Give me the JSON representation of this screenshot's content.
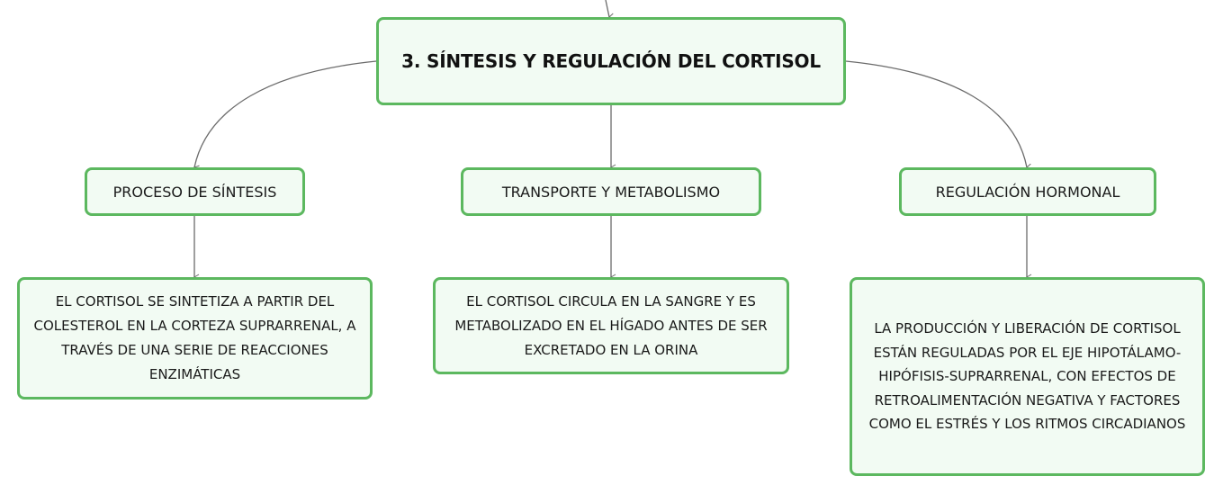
{
  "root": {
    "label": "3. SÍNTESIS Y REGULACIÓN DEL CORTISOL"
  },
  "branches": [
    {
      "label": "PROCESO DE SÍNTESIS",
      "detail": "EL CORTISOL SE SINTETIZA A PARTIR DEL COLESTEROL EN LA CORTEZA SUPRARRENAL, A TRAVÉS DE UNA SERIE DE REACCIONES ENZIMÁTICAS"
    },
    {
      "label": "TRANSPORTE Y METABOLISMO",
      "detail": "EL CORTISOL CIRCULA EN LA SANGRE Y ES METABOLIZADO EN EL HÍGADO ANTES DE SER EXCRETADO EN LA ORINA"
    },
    {
      "label": "REGULACIÓN HORMONAL",
      "detail": "LA PRODUCCIÓN Y LIBERACIÓN DE CORTISOL ESTÁN REGULADAS POR EL EJE HIPOTÁLAMO-HIPÓFISIS-SUPRARRENAL, CON EFECTOS DE RETROALIMENTACIÓN NEGATIVA Y FACTORES COMO EL ESTRÉS Y LOS RITMOS CIRCADIANOS"
    }
  ],
  "colors": {
    "node_border": "#5cb85f",
    "node_fill": "#f2fbf3",
    "connector": "#6b6b6b"
  }
}
